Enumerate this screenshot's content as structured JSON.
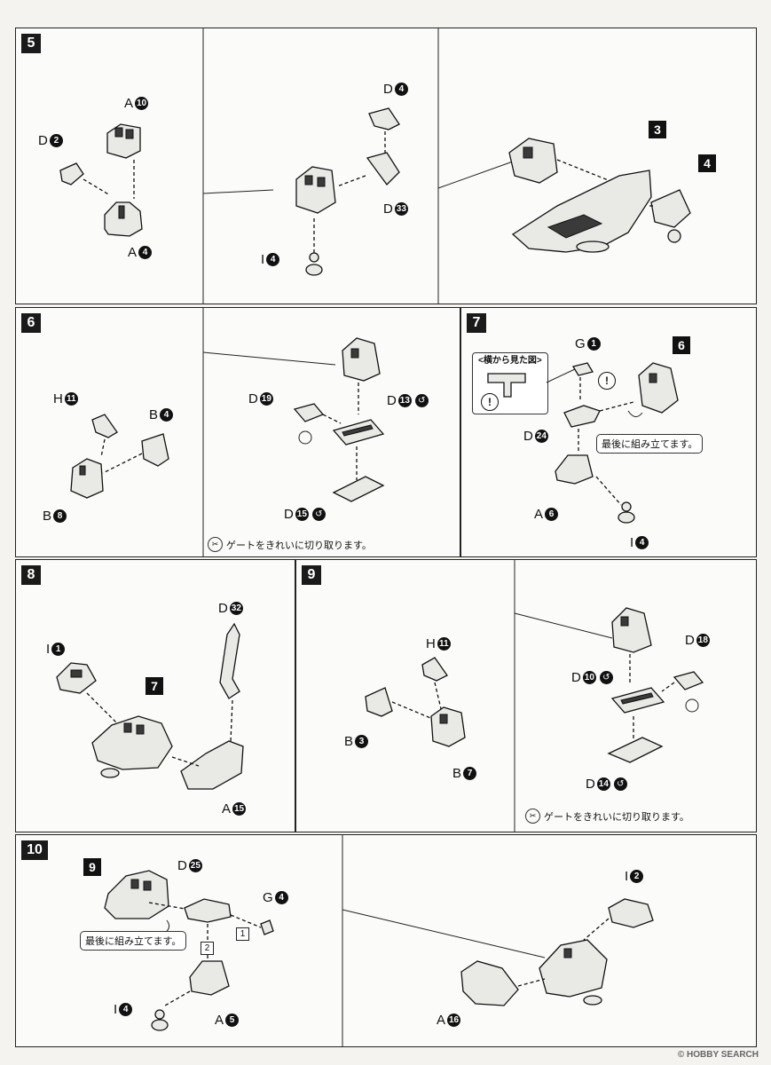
{
  "steps": {
    "s5": {
      "number": "5",
      "labels": {
        "a10": {
          "letter": "A",
          "num": "10"
        },
        "d2": {
          "letter": "D",
          "num": "2"
        },
        "a4": {
          "letter": "A",
          "num": "4"
        },
        "d4": {
          "letter": "D",
          "num": "4"
        },
        "d33": {
          "letter": "D",
          "num": "33"
        },
        "i4": {
          "letter": "I",
          "num": "4"
        }
      },
      "refs": [
        "3",
        "4"
      ]
    },
    "s6": {
      "number": "6",
      "labels": {
        "h11": {
          "letter": "H",
          "num": "11"
        },
        "b4": {
          "letter": "B",
          "num": "4"
        },
        "b8": {
          "letter": "B",
          "num": "8"
        },
        "d19": {
          "letter": "D",
          "num": "19"
        },
        "d13": {
          "letter": "D",
          "num": "13"
        },
        "d15": {
          "letter": "D",
          "num": "15"
        }
      },
      "note": "ゲートをきれいに切り取ります。"
    },
    "s7": {
      "number": "7",
      "side_view": "<横から見た図>",
      "ref": "6",
      "labels": {
        "g1": {
          "letter": "G",
          "num": "1"
        },
        "d24": {
          "letter": "D",
          "num": "24"
        },
        "a6": {
          "letter": "A",
          "num": "6"
        },
        "i4": {
          "letter": "I",
          "num": "4"
        }
      },
      "bubble": "最後に組み立てます。",
      "warn": "!"
    },
    "s8": {
      "number": "8",
      "ref": "7",
      "labels": {
        "i1": {
          "letter": "I",
          "num": "1"
        },
        "d32": {
          "letter": "D",
          "num": "32"
        },
        "a15": {
          "letter": "A",
          "num": "15"
        }
      }
    },
    "s9": {
      "number": "9",
      "labels": {
        "h11": {
          "letter": "H",
          "num": "11"
        },
        "b3": {
          "letter": "B",
          "num": "3"
        },
        "b7": {
          "letter": "B",
          "num": "7"
        },
        "d10": {
          "letter": "D",
          "num": "10"
        },
        "d18": {
          "letter": "D",
          "num": "18"
        },
        "d14": {
          "letter": "D",
          "num": "14"
        }
      },
      "note": "ゲートをきれいに切り取ります。"
    },
    "s10": {
      "number": "10",
      "ref": "9",
      "labels": {
        "d25": {
          "letter": "D",
          "num": "25"
        },
        "g4": {
          "letter": "G",
          "num": "4"
        },
        "i4": {
          "letter": "I",
          "num": "4"
        },
        "a5": {
          "letter": "A",
          "num": "5"
        },
        "i2": {
          "letter": "I",
          "num": "2"
        },
        "a16": {
          "letter": "A",
          "num": "16"
        }
      },
      "bubble": "最後に組み立てます。",
      "seq": [
        "1",
        "2"
      ]
    }
  },
  "watermark": "© HOBBY SEARCH"
}
